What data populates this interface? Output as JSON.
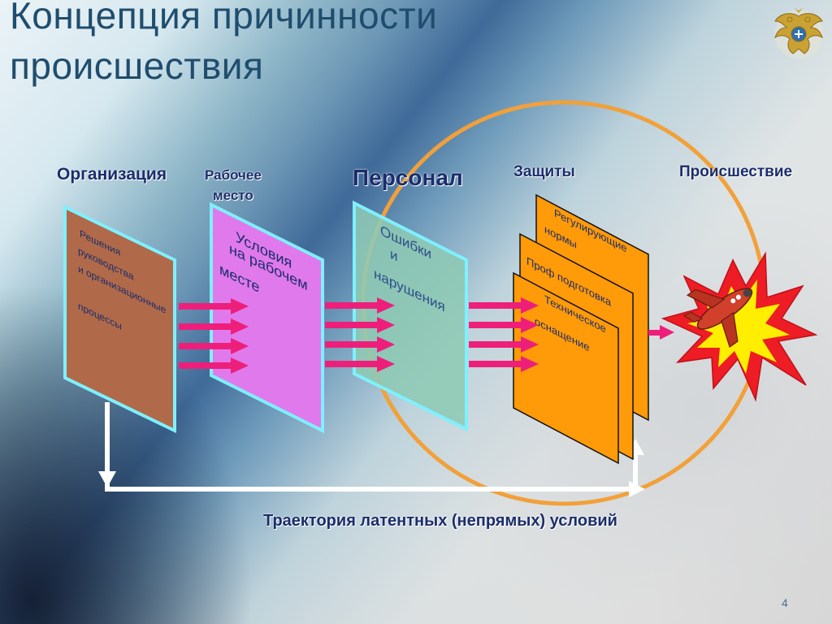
{
  "title": {
    "line1": "Концепция причинности",
    "line2": "происшествия"
  },
  "labels": {
    "organization": "Организация",
    "workplace_line1": "Рабочее",
    "workplace_line2": "место",
    "personnel": "Персонал",
    "protections": "Защиты",
    "incident": "Происшествие"
  },
  "panels": {
    "org_lines": [
      "Решения",
      "руководства",
      "и организационные",
      "процессы"
    ],
    "work_lines": [
      "Условия",
      "на рабочем",
      "месте"
    ],
    "pers_lines": [
      "Ошибки",
      "и",
      "нарушения"
    ],
    "prot_card1": [
      "Регулирующие",
      "нормы"
    ],
    "prot_card2": [
      "Проф подготовка"
    ],
    "prot_card3": [
      "Техническое",
      "оснащение"
    ]
  },
  "bottom_caption": "Траектория латентных (непрямых) условий",
  "page_number": "4",
  "icons": {
    "emblem": "double-headed-eagle-emblem-icon",
    "explosion": "explosion-icon",
    "airplane": "crashed-airplane-icon"
  },
  "colors": {
    "title": "#1f4d6e",
    "label_text": "#1b2d6b",
    "arrow": "#ee1f7a",
    "panel_border": "#7ff0ff",
    "org_panel": "#b06a4a",
    "work_panel": "#e079ec",
    "pers_panel": "#8ec9b4",
    "protection_card": "#ff9a08",
    "circle": "#f2a03a",
    "explosion_outer": "#ee1c24",
    "explosion_inner": "#ffee00"
  }
}
